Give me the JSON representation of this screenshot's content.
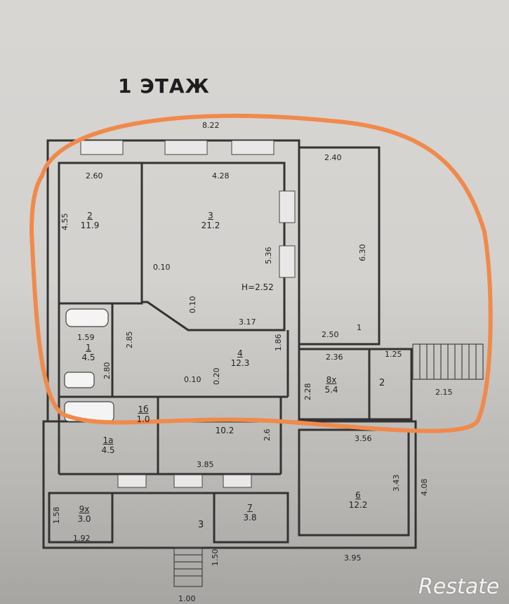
{
  "title": "1 ЭТАЖ",
  "dimensions": {
    "total_width": "8.22",
    "d_260": "2.60",
    "d_428": "4.28",
    "d_240": "2.40",
    "d_455": "4.55",
    "d_536": "5.36",
    "d_630": "6.30",
    "d_010a": "0.10",
    "d_010b": "0.10",
    "height": "H=2.52",
    "d_317": "3.17",
    "d_250": "2.50",
    "d_1": "1",
    "d_159": "1.59",
    "d_285": "2.85",
    "d_186": "1.86",
    "d_236": "2.36",
    "d_125": "1.25",
    "d_280": "2.80",
    "d_010c": "0.10",
    "d_020": "0.20",
    "d_228": "2.28",
    "d_215": "2.15",
    "d_2_side": "2",
    "d_356": "3.56",
    "d_385": "3.85",
    "d_343": "3.43",
    "d_408": "4.08",
    "d_158": "1.58",
    "d_192": "1.92",
    "d_3": "3",
    "d_395": "3.95",
    "d_150": "1.50",
    "d_100": "1.00",
    "d_26": "2.6"
  },
  "rooms": [
    {
      "number": "2",
      "area": "11.9"
    },
    {
      "number": "3",
      "area": "21.2"
    },
    {
      "number": "1",
      "area": "4.5"
    },
    {
      "number": "4",
      "area": "12.3"
    },
    {
      "number": "8х",
      "area": "5.4"
    },
    {
      "number": "1б",
      "area": "1.0"
    },
    {
      "number": "1а",
      "area": "4.5"
    },
    {
      "number": "",
      "area": "10.2"
    },
    {
      "number": "6",
      "area": "12.2"
    },
    {
      "number": "9х",
      "area": "3.0"
    },
    {
      "number": "7",
      "area": "3.8"
    }
  ],
  "highlight_color": "#f08a4b",
  "watermark": "Restate"
}
